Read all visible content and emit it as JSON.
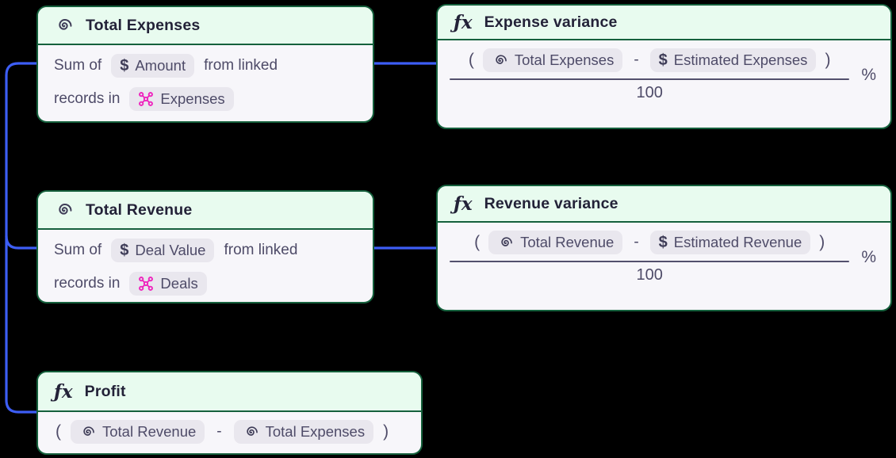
{
  "colors": {
    "background": "#000000",
    "card_border_green": "#15603C",
    "header_bg_green": "#E8FBEF",
    "card_body_bg": "#F7F6FA",
    "title_ink": "#232238",
    "body_ink": "#4E4B68",
    "chip_bg": "#E9E7EE",
    "connector_blue": "#3D5EF5",
    "object_pink": "#EE27BE"
  },
  "icons": {
    "rollup": "spiral-icon",
    "formula": "fx-icon",
    "currency": "dollar-icon",
    "object": "molecule-icon",
    "formula_glyph": "ƒx",
    "currency_glyph": "$"
  },
  "cards": {
    "total_expenses": {
      "title": "Total Expenses",
      "line1_prefix": "Sum of",
      "chip_amount": "Amount",
      "line1_suffix": "from linked",
      "line2_prefix": "records in",
      "chip_object": "Expenses"
    },
    "expense_variance": {
      "title": "Expense variance",
      "open_paren": "(",
      "chip_rollup": "Total Expenses",
      "operator_minus": "-",
      "chip_currency": "Estimated Expenses",
      "close_paren": ")",
      "denominator": "100",
      "percent_sign": "%"
    },
    "total_revenue": {
      "title": "Total Revenue",
      "line1_prefix": "Sum of",
      "chip_amount": "Deal Value",
      "line1_suffix": "from linked",
      "line2_prefix": "records in",
      "chip_object": "Deals"
    },
    "revenue_variance": {
      "title": "Revenue variance",
      "open_paren": "(",
      "chip_rollup": "Total Revenue",
      "operator_minus": "-",
      "chip_currency": "Estimated Revenue",
      "close_paren": ")",
      "denominator": "100",
      "percent_sign": "%"
    },
    "profit": {
      "title": "Profit",
      "open_paren": "(",
      "chip_rollup_1": "Total Revenue",
      "operator_minus": "-",
      "chip_rollup_2": "Total Expenses",
      "close_paren": ")"
    }
  }
}
